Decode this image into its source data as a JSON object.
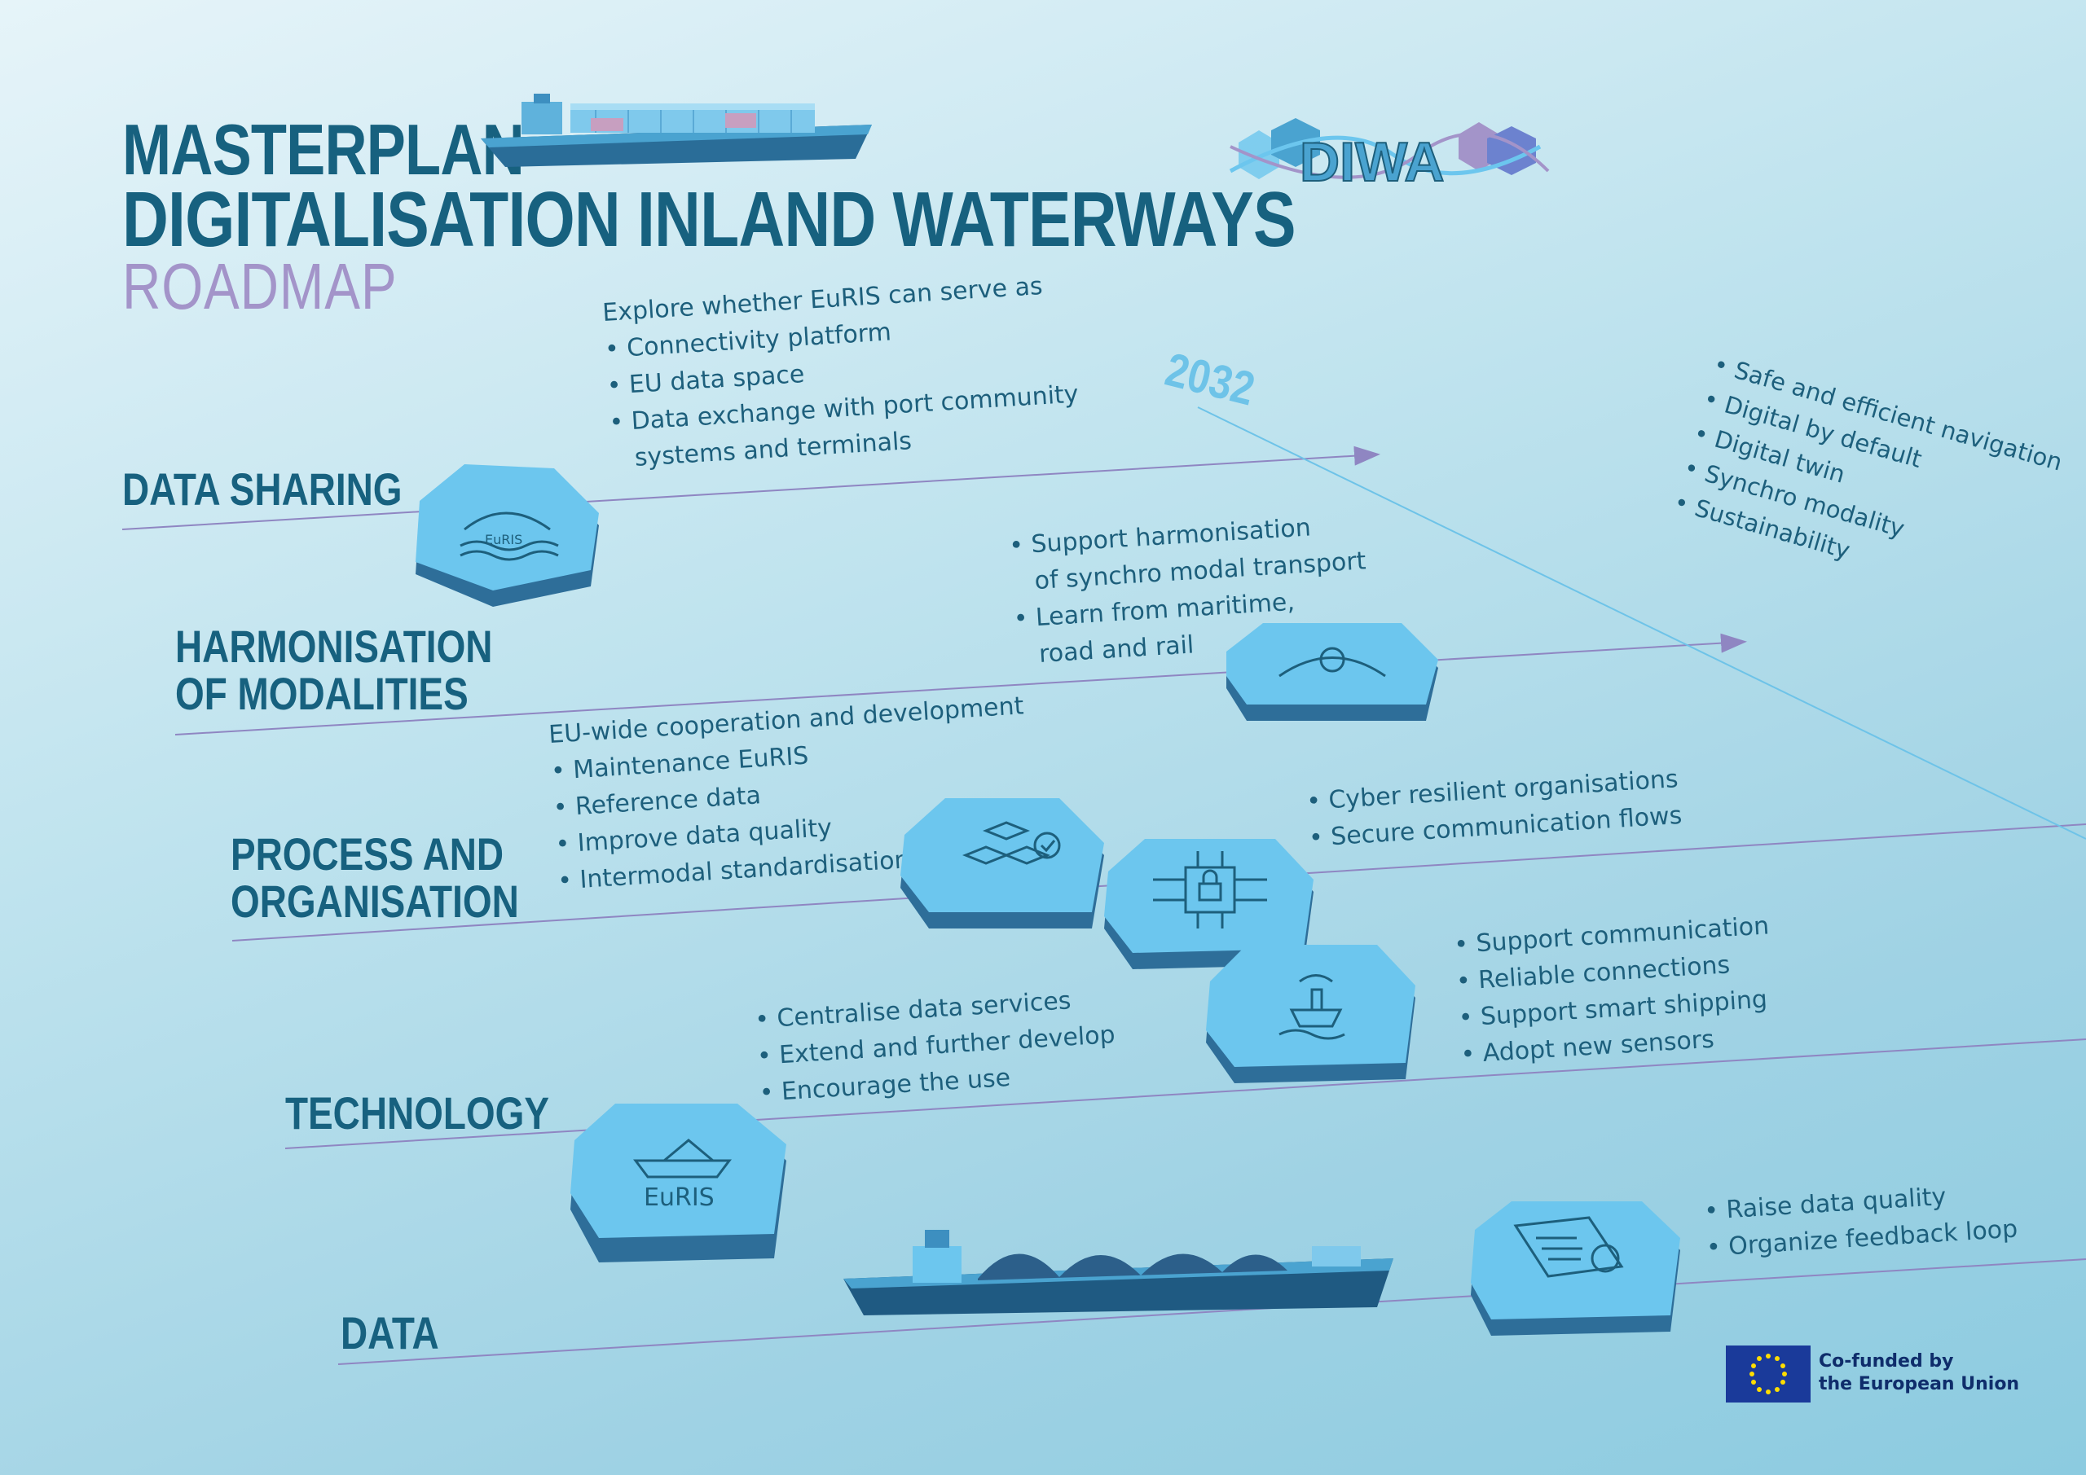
{
  "header": {
    "title_line1": "MASTERPLAN",
    "title_line2": "DIGITALISATION INLAND WATERWAYS",
    "subtitle": "ROADMAP",
    "logo_text": "DIWA"
  },
  "year": "2032",
  "goals": [
    "Safe and efficient navigation",
    "Digital by default",
    "Digital twin",
    "Synchro modality",
    "Sustainability"
  ],
  "rows": [
    {
      "label": [
        "DATA SHARING"
      ]
    },
    {
      "label": [
        "HARMONISATION",
        "OF MODALITIES"
      ]
    },
    {
      "label": [
        "PROCESS AND",
        "ORGANISATION"
      ]
    },
    {
      "label": [
        "TECHNOLOGY"
      ]
    },
    {
      "label": [
        "DATA"
      ]
    }
  ],
  "notes": {
    "data_sharing": {
      "intro": "Explore whether EuRIS can serve as",
      "items": [
        "• Connectivity platform",
        "• EU data space",
        "• Data exchange with port community",
        "   systems and terminals"
      ]
    },
    "harmonisation": {
      "items": [
        "• Support harmonisation",
        "   of synchro modal transport",
        "• Learn from maritime,",
        "   road and rail"
      ]
    },
    "process": {
      "intro": "EU-wide cooperation and development",
      "items": [
        "• Maintenance EuRIS",
        "• Reference data",
        "• Improve data quality",
        "• Intermodal standardisation"
      ]
    },
    "cyber": {
      "items": [
        "• Cyber resilient organisations",
        "• Secure communication flows"
      ]
    },
    "communication": {
      "items": [
        "• Support communication",
        "• Reliable connections",
        "• Support smart shipping",
        "• Adopt new sensors"
      ]
    },
    "technology": {
      "items": [
        "• Centralise data services",
        "• Extend and further develop",
        "• Encourage the use"
      ]
    },
    "data": {
      "items": [
        "• Raise data quality",
        "• Organize feedback loop"
      ]
    }
  },
  "hex_labels": {
    "euris_small": "EuRIS",
    "euris_large": "EuRIS"
  },
  "footer": {
    "eu_line1": "Co-funded by",
    "eu_line2": "the European Union"
  },
  "colors": {
    "title": "#17617f",
    "subtitle": "#a394c9",
    "hex_top": "#6cc6ee",
    "hex_side": "#3f8fbf",
    "line": "#8f86c2"
  }
}
